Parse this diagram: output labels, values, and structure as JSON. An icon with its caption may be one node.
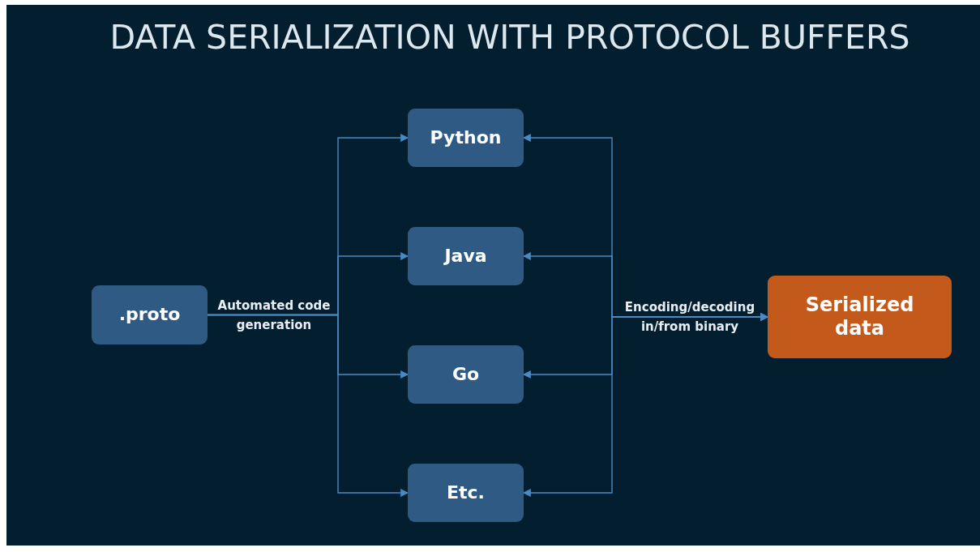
{
  "diagram": {
    "title": "DATA SERIALIZATION WITH PROTOCOL BUFFERS",
    "nodes": [
      {
        "text": [
          ".proto"
        ]
      },
      {
        "text": [
          "Python"
        ]
      },
      {
        "text": [
          "Java"
        ]
      },
      {
        "text": [
          "Go"
        ]
      },
      {
        "text": [
          "Etc."
        ]
      },
      {
        "text": [
          "Serialized data"
        ]
      }
    ],
    "edges": [
      {
        "from": 0,
        "to": 1,
        "arrow": "to",
        "label": "Automated code generation"
      },
      {
        "from": 0,
        "to": 2,
        "arrow": "to"
      },
      {
        "from": 0,
        "to": 3,
        "arrow": "to"
      },
      {
        "from": 0,
        "to": 4,
        "arrow": "to"
      },
      {
        "from": 5,
        "to": 1,
        "arrow": "both",
        "label": "Encoding/decoding in/from binary"
      },
      {
        "from": 5,
        "to": 2,
        "arrow": "both"
      },
      {
        "from": 5,
        "to": 3,
        "arrow": "both"
      },
      {
        "from": 5,
        "to": 4,
        "arrow": "both"
      }
    ]
  }
}
